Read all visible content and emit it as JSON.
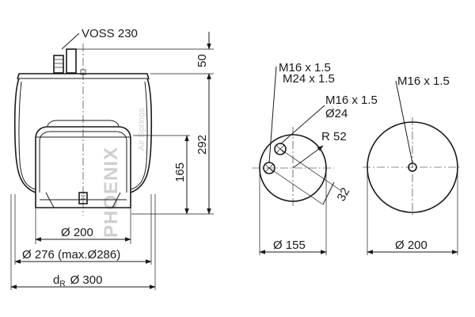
{
  "side_view": {
    "valve_label": "VOSS 230",
    "dim_top_height": "50",
    "dim_total_height": "292",
    "dim_piston_height": "165",
    "dim_piston_dia": "Ø 200",
    "dim_bellow_dia": "Ø 276 (max.Ø286)",
    "dim_rolling_dia_prefix": "d",
    "dim_rolling_dia_sub": "R",
    "dim_rolling_dia": "Ø 300"
  },
  "top_view": {
    "thread_label_1": "M16 x 1.5",
    "thread_label_2": "M24 x 1.5",
    "thread_label_3": "M16 x 1.5",
    "port_dia": "Ø24",
    "radius": "R 52",
    "offset": "32",
    "plate_dia": "Ø 155"
  },
  "bottom_view": {
    "thread_label": "M16 x 1.5",
    "plate_dia": "Ø 200"
  },
  "watermark": {
    "brand": "PHOENIX",
    "sub": "Air Springs"
  }
}
